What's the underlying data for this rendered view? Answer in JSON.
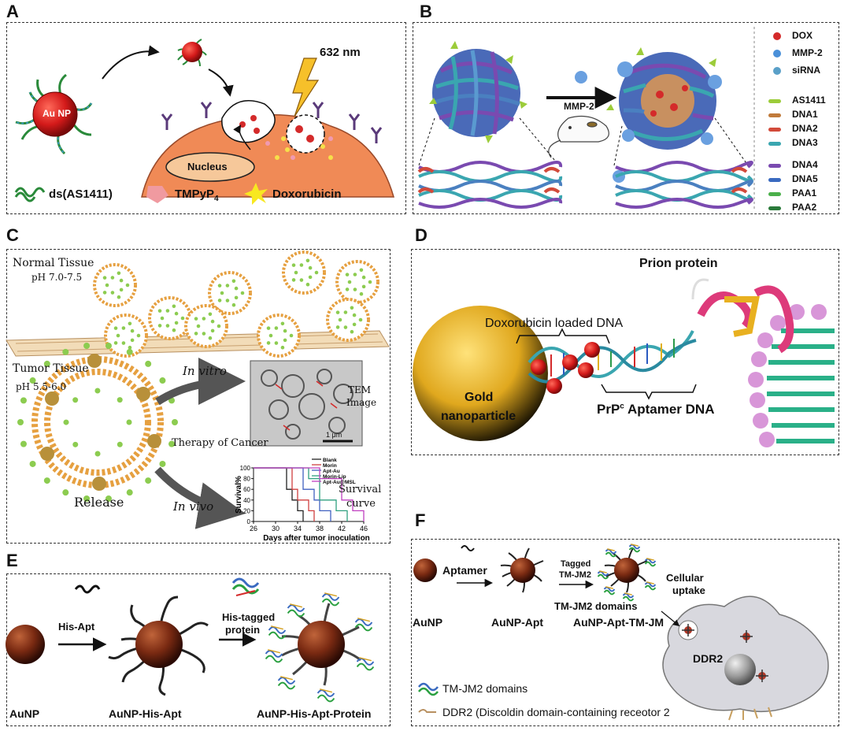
{
  "panels": {
    "a": {
      "letter": "A",
      "au_np": "Au NP",
      "wavelength": "632 nm",
      "nucleus": "Nucleus",
      "legend": {
        "ds": "ds(AS1411)",
        "tmpyp": "TMPyP",
        "tmpyp_sub": "4",
        "dox": "Doxorubicin"
      }
    },
    "b": {
      "letter": "B",
      "mmp_label": "MMP-2",
      "legend": [
        "DOX",
        "MMP-2",
        "siRNA",
        "AS1411",
        "DNA1",
        "DNA2",
        "DNA3",
        "DNA4",
        "DNA5",
        "PAA1",
        "PAA2"
      ],
      "legend_colors": [
        "#d42a2a",
        "#4a90d9",
        "#5aa0c8",
        "#9ccc3a",
        "#c07a3a",
        "#d24a3a",
        "#3aa6b0",
        "#7a4ab0",
        "#3a6ac0",
        "#4ab04a",
        "#2a7a3a"
      ]
    },
    "c": {
      "letter": "C",
      "normal": "Normal Tissue",
      "normal_ph": "pH 7.0-7.5",
      "tumor": "Tumor Tissue",
      "tumor_ph": "pH 5.5-6.0",
      "in_vitro": "In vitro",
      "tem": "TEM",
      "image": "Image",
      "scale": "1 μm",
      "therapy": "Therapy of Cancer",
      "release": "Release",
      "in_vivo": "In vivo",
      "survival": "Survival",
      "curve": "curve"
    },
    "d": {
      "letter": "D",
      "prion": "Prion protein",
      "dox_dna": "Doxorubicin loaded DNA",
      "gold1": "Gold",
      "gold2": "nanoparticle",
      "aptamer_pre": "PrP",
      "aptamer_sup": "c",
      "aptamer_post": " Aptamer DNA"
    },
    "e": {
      "letter": "E",
      "his_apt": "His-Apt",
      "his_tagged1": "His-tagged",
      "his_tagged2": "protein",
      "aunp": "AuNP",
      "aunp_his_apt": "AuNP-His-Apt",
      "aunp_his_apt_protein": "AuNP-His-Apt-Protein"
    },
    "f": {
      "letter": "F",
      "aptamer": "Aptamer",
      "tagged1": "Tagged",
      "tagged2": "TM-JM2",
      "tm_domains": "TM-JM2 domains",
      "cellular1": "Cellular",
      "cellular2": "uptake",
      "aunp": "AuNP",
      "aunp_apt": "AuNP-Apt",
      "aunp_apt_tm": "AuNP-Apt-TM-JM",
      "ddr2": "DDR2",
      "legend_tm": "TM-JM2 domains",
      "legend_ddr2": "DDR2 (Discoldin domain-containing receotor 2"
    }
  },
  "chart_data": {
    "type": "line",
    "ylabel": "Survival%",
    "xlabel": "Days after  tumor inoculation",
    "xlim": [
      26,
      46
    ],
    "ylim": [
      0,
      100
    ],
    "x_ticks": [
      26,
      30,
      34,
      38,
      42,
      46
    ],
    "y_ticks": [
      0,
      20,
      40,
      60,
      80,
      100
    ],
    "series": [
      {
        "name": "Blank",
        "color": "#222222",
        "steps": [
          [
            26,
            100
          ],
          [
            32,
            100
          ],
          [
            32,
            60
          ],
          [
            33,
            60
          ],
          [
            33,
            40
          ],
          [
            34,
            40
          ],
          [
            34,
            20
          ],
          [
            35,
            20
          ],
          [
            35,
            0
          ]
        ]
      },
      {
        "name": "Morin",
        "color": "#d04040",
        "steps": [
          [
            26,
            100
          ],
          [
            33,
            100
          ],
          [
            33,
            60
          ],
          [
            34,
            60
          ],
          [
            34,
            40
          ],
          [
            36,
            40
          ],
          [
            36,
            20
          ],
          [
            37,
            20
          ],
          [
            37,
            0
          ]
        ]
      },
      {
        "name": "Apt-Au",
        "color": "#4060c0",
        "steps": [
          [
            26,
            100
          ],
          [
            35,
            100
          ],
          [
            35,
            60
          ],
          [
            37,
            60
          ],
          [
            37,
            40
          ],
          [
            38,
            40
          ],
          [
            38,
            20
          ],
          [
            40,
            20
          ],
          [
            40,
            0
          ]
        ]
      },
      {
        "name": "Morin-Lip",
        "color": "#30a080",
        "steps": [
          [
            26,
            100
          ],
          [
            36,
            100
          ],
          [
            36,
            80
          ],
          [
            38,
            80
          ],
          [
            38,
            40
          ],
          [
            41,
            40
          ],
          [
            41,
            20
          ],
          [
            43,
            20
          ],
          [
            43,
            0
          ]
        ]
      },
      {
        "name": "Apt-Au@MSL",
        "color": "#c040c0",
        "steps": [
          [
            26,
            100
          ],
          [
            38,
            100
          ],
          [
            38,
            80
          ],
          [
            42,
            80
          ],
          [
            42,
            40
          ],
          [
            44,
            40
          ],
          [
            44,
            20
          ],
          [
            46,
            20
          ],
          [
            46,
            0
          ]
        ]
      }
    ]
  }
}
